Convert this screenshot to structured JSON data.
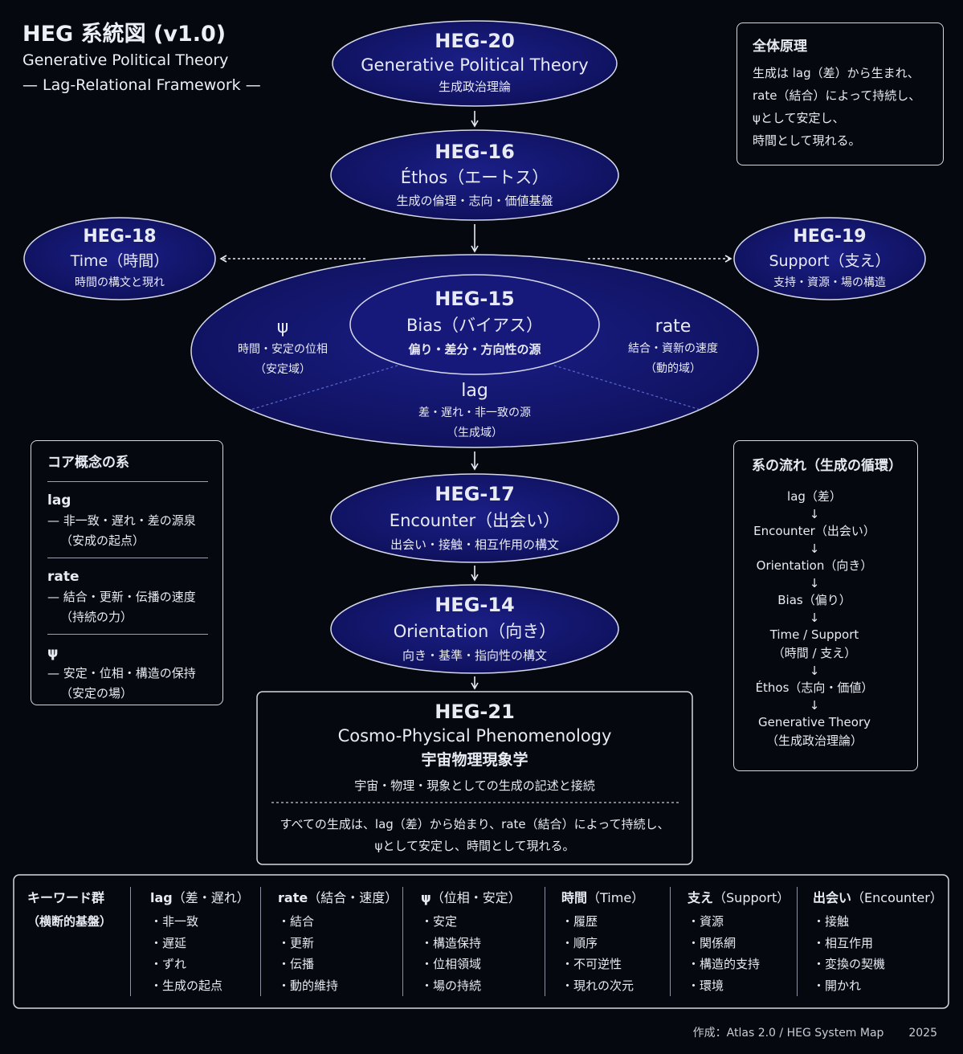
{
  "header": {
    "title": "HEG 系統図 (v1.0)",
    "subtitle": "Generative Political Theory",
    "tagline": "— Lag-Relational Framework —"
  },
  "principle": {
    "title": "全体原理",
    "lines": [
      "生成は lag（差）から生まれ、",
      "rate（結合）によって持続し、",
      "ψとして安定し、",
      "時間として現れる。"
    ]
  },
  "nodes": {
    "heg20": {
      "id": "HEG-20",
      "en": "Generative Political Theory",
      "ja": "生成政治理論"
    },
    "heg16": {
      "id": "HEG-16",
      "en": "Éthos（エートス）",
      "ja": "生成の倫理・志向・価値基盤"
    },
    "heg18": {
      "id": "HEG-18",
      "en": "Time（時間）",
      "ja": "時間の構文と現れ"
    },
    "heg19": {
      "id": "HEG-19",
      "en": "Support（支え）",
      "ja": "支持・資源・場の構造"
    },
    "heg15": {
      "id": "HEG-15",
      "en": "Bias（バイアス）",
      "ja": "偏り・差分・方向性の源"
    },
    "heg17": {
      "id": "HEG-17",
      "en": "Encounter（出会い）",
      "ja": "出会い・接触・相互作用の構文"
    },
    "heg14": {
      "id": "HEG-14",
      "en": "Orientation（向き）",
      "ja": "向き・基準・指向性の構文"
    },
    "heg21": {
      "id": "HEG-21",
      "en": "Cosmo-Physical Phenomenology",
      "ja": "宇宙物理現象学",
      "desc": "宇宙・物理・現象としての生成の記述と接続",
      "summary1": "すべての生成は、lag（差）から始まり、rate（結合）によって持続し、",
      "summary2": "ψとして安定し、時間として現れる。"
    }
  },
  "domains": {
    "psi": {
      "symbol": "ψ",
      "desc": "時間・安定の位相",
      "domain": "（安定域）"
    },
    "rate": {
      "symbol": "rate",
      "desc": "結合・資新の速度",
      "domain": "（動的域）"
    },
    "lag": {
      "symbol": "lag",
      "desc": "差・遅れ・非一致の源",
      "domain": "（生成域）"
    }
  },
  "core": {
    "title": "コア概念の系",
    "items": [
      {
        "term": "lag",
        "desc": "— 非一致・遅れ・差の源泉",
        "sub": "（安成の起点）"
      },
      {
        "term": "rate",
        "desc": "— 結合・更新・伝播の速度",
        "sub": "（持続の力）"
      },
      {
        "term": "ψ",
        "desc": "— 安定・位相・構造の保持",
        "sub": "（安定の場）"
      }
    ]
  },
  "flow": {
    "title": "系の流れ（生成の循環）",
    "arrow": "↓",
    "steps": [
      [
        "lag（差）"
      ],
      [
        "Encounter（出会い）"
      ],
      [
        "Orientation（向き）"
      ],
      [
        "Bias（偏り）"
      ],
      [
        "Time / Support",
        "（時間 / 支え）"
      ],
      [
        "Éthos（志向・価値）"
      ],
      [
        "Generative Theory",
        "（生成政治理論）"
      ]
    ]
  },
  "keywords": {
    "title": "キーワード群",
    "subtitle": "（横断的基盤）",
    "groups": [
      {
        "head": "lag",
        "paren": "（差・遅れ）",
        "items": [
          "・非一致",
          "・遅延",
          "・ずれ",
          "・生成の起点"
        ]
      },
      {
        "head": "rate",
        "paren": "（結合・速度）",
        "items": [
          "・結合",
          "・更新",
          "・伝播",
          "・動的維持"
        ]
      },
      {
        "head": "ψ",
        "paren": "（位相・安定）",
        "items": [
          "・安定",
          "・構造保持",
          "・位相領域",
          "・場の持続"
        ]
      },
      {
        "head": "時間",
        "paren": "（Time）",
        "items": [
          "・履歴",
          "・順序",
          "・不可逆性",
          "・現れの次元"
        ]
      },
      {
        "head": "支え",
        "paren": "（Support）",
        "items": [
          "・資源",
          "・関係網",
          "・構造的支持",
          "・環境"
        ]
      },
      {
        "head": "出会い",
        "paren": "（Encounter）",
        "items": [
          "・接触",
          "・相互作用",
          "・変換の契機",
          "・開かれ"
        ]
      }
    ]
  },
  "footer": {
    "credit": "作成：Atlas 2.0 / HEG System Map",
    "year": "2025"
  },
  "colors": {
    "background": "#05080f",
    "node_fill": "#14166a",
    "node_stroke": "#d6d9ea",
    "text": "#eef0f7"
  }
}
